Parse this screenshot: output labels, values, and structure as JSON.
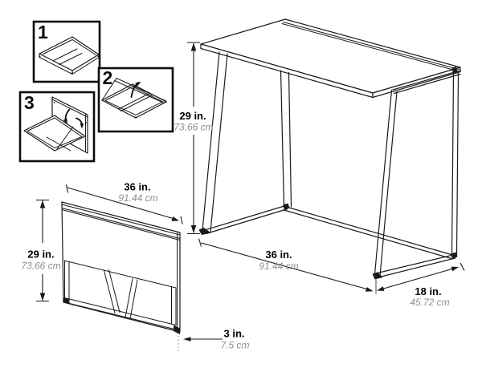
{
  "steps": [
    {
      "label": "1"
    },
    {
      "label": "2"
    },
    {
      "label": "3"
    }
  ],
  "assembled_desk": {
    "height_in": "29 in.",
    "height_cm": "73.66 cm",
    "width_in": "36 in.",
    "width_cm": "91.44 cm",
    "depth_in": "18 in.",
    "depth_cm": "45.72 cm"
  },
  "folded_desk": {
    "width_in": "36 in.",
    "width_cm": "91.44 cm",
    "height_in": "29 in.",
    "height_cm": "73.66 cm",
    "thickness_in": "3 in.",
    "thickness_cm": "7.5 cm"
  },
  "colors": {
    "line": "#1a1a1a",
    "metric_text": "#8e8e8e",
    "background": "#ffffff"
  }
}
